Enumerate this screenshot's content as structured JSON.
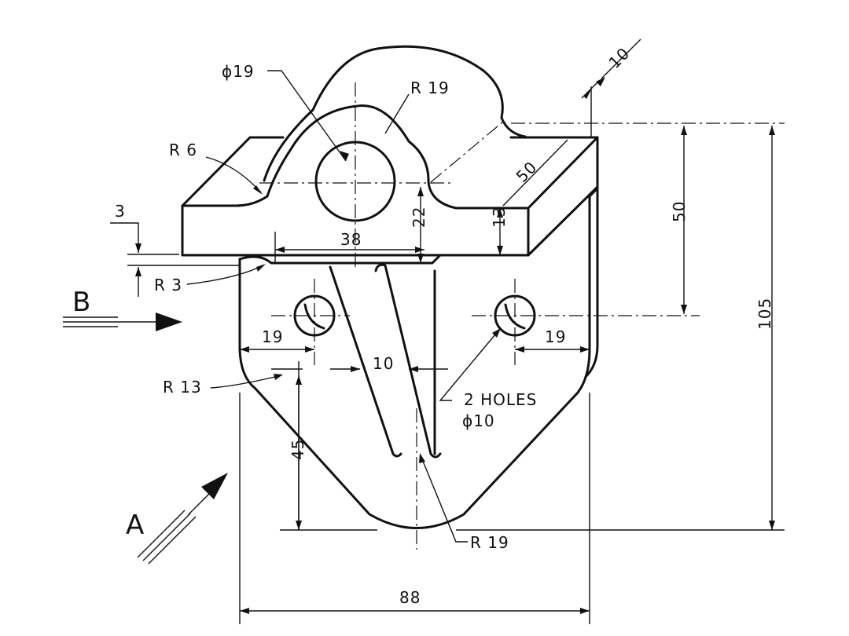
{
  "dimensions": {
    "hole_dia": "ϕ19",
    "boss_radius": "R 19",
    "thickness_10": "10",
    "fillet_r6": "R 6",
    "width_38": "38",
    "depth_50_oblique": "50",
    "height_22": "22",
    "height_13": "13",
    "offset_3": "3",
    "fillet_r3": "R 3",
    "height_50": "50",
    "height_105": "105",
    "edge_19_left": "19",
    "edge_19_right": "19",
    "slot_10": "10",
    "corner_r13": "R 13",
    "holes_note_line1": "2 HOLES",
    "holes_note_line2": "ϕ10",
    "depth_45": "45",
    "bottom_r19": "R 19",
    "width_88": "88"
  },
  "views": {
    "view_a": "A",
    "view_b": "B"
  },
  "colors": {
    "ink": "#111111",
    "paper": "#ffffff"
  }
}
